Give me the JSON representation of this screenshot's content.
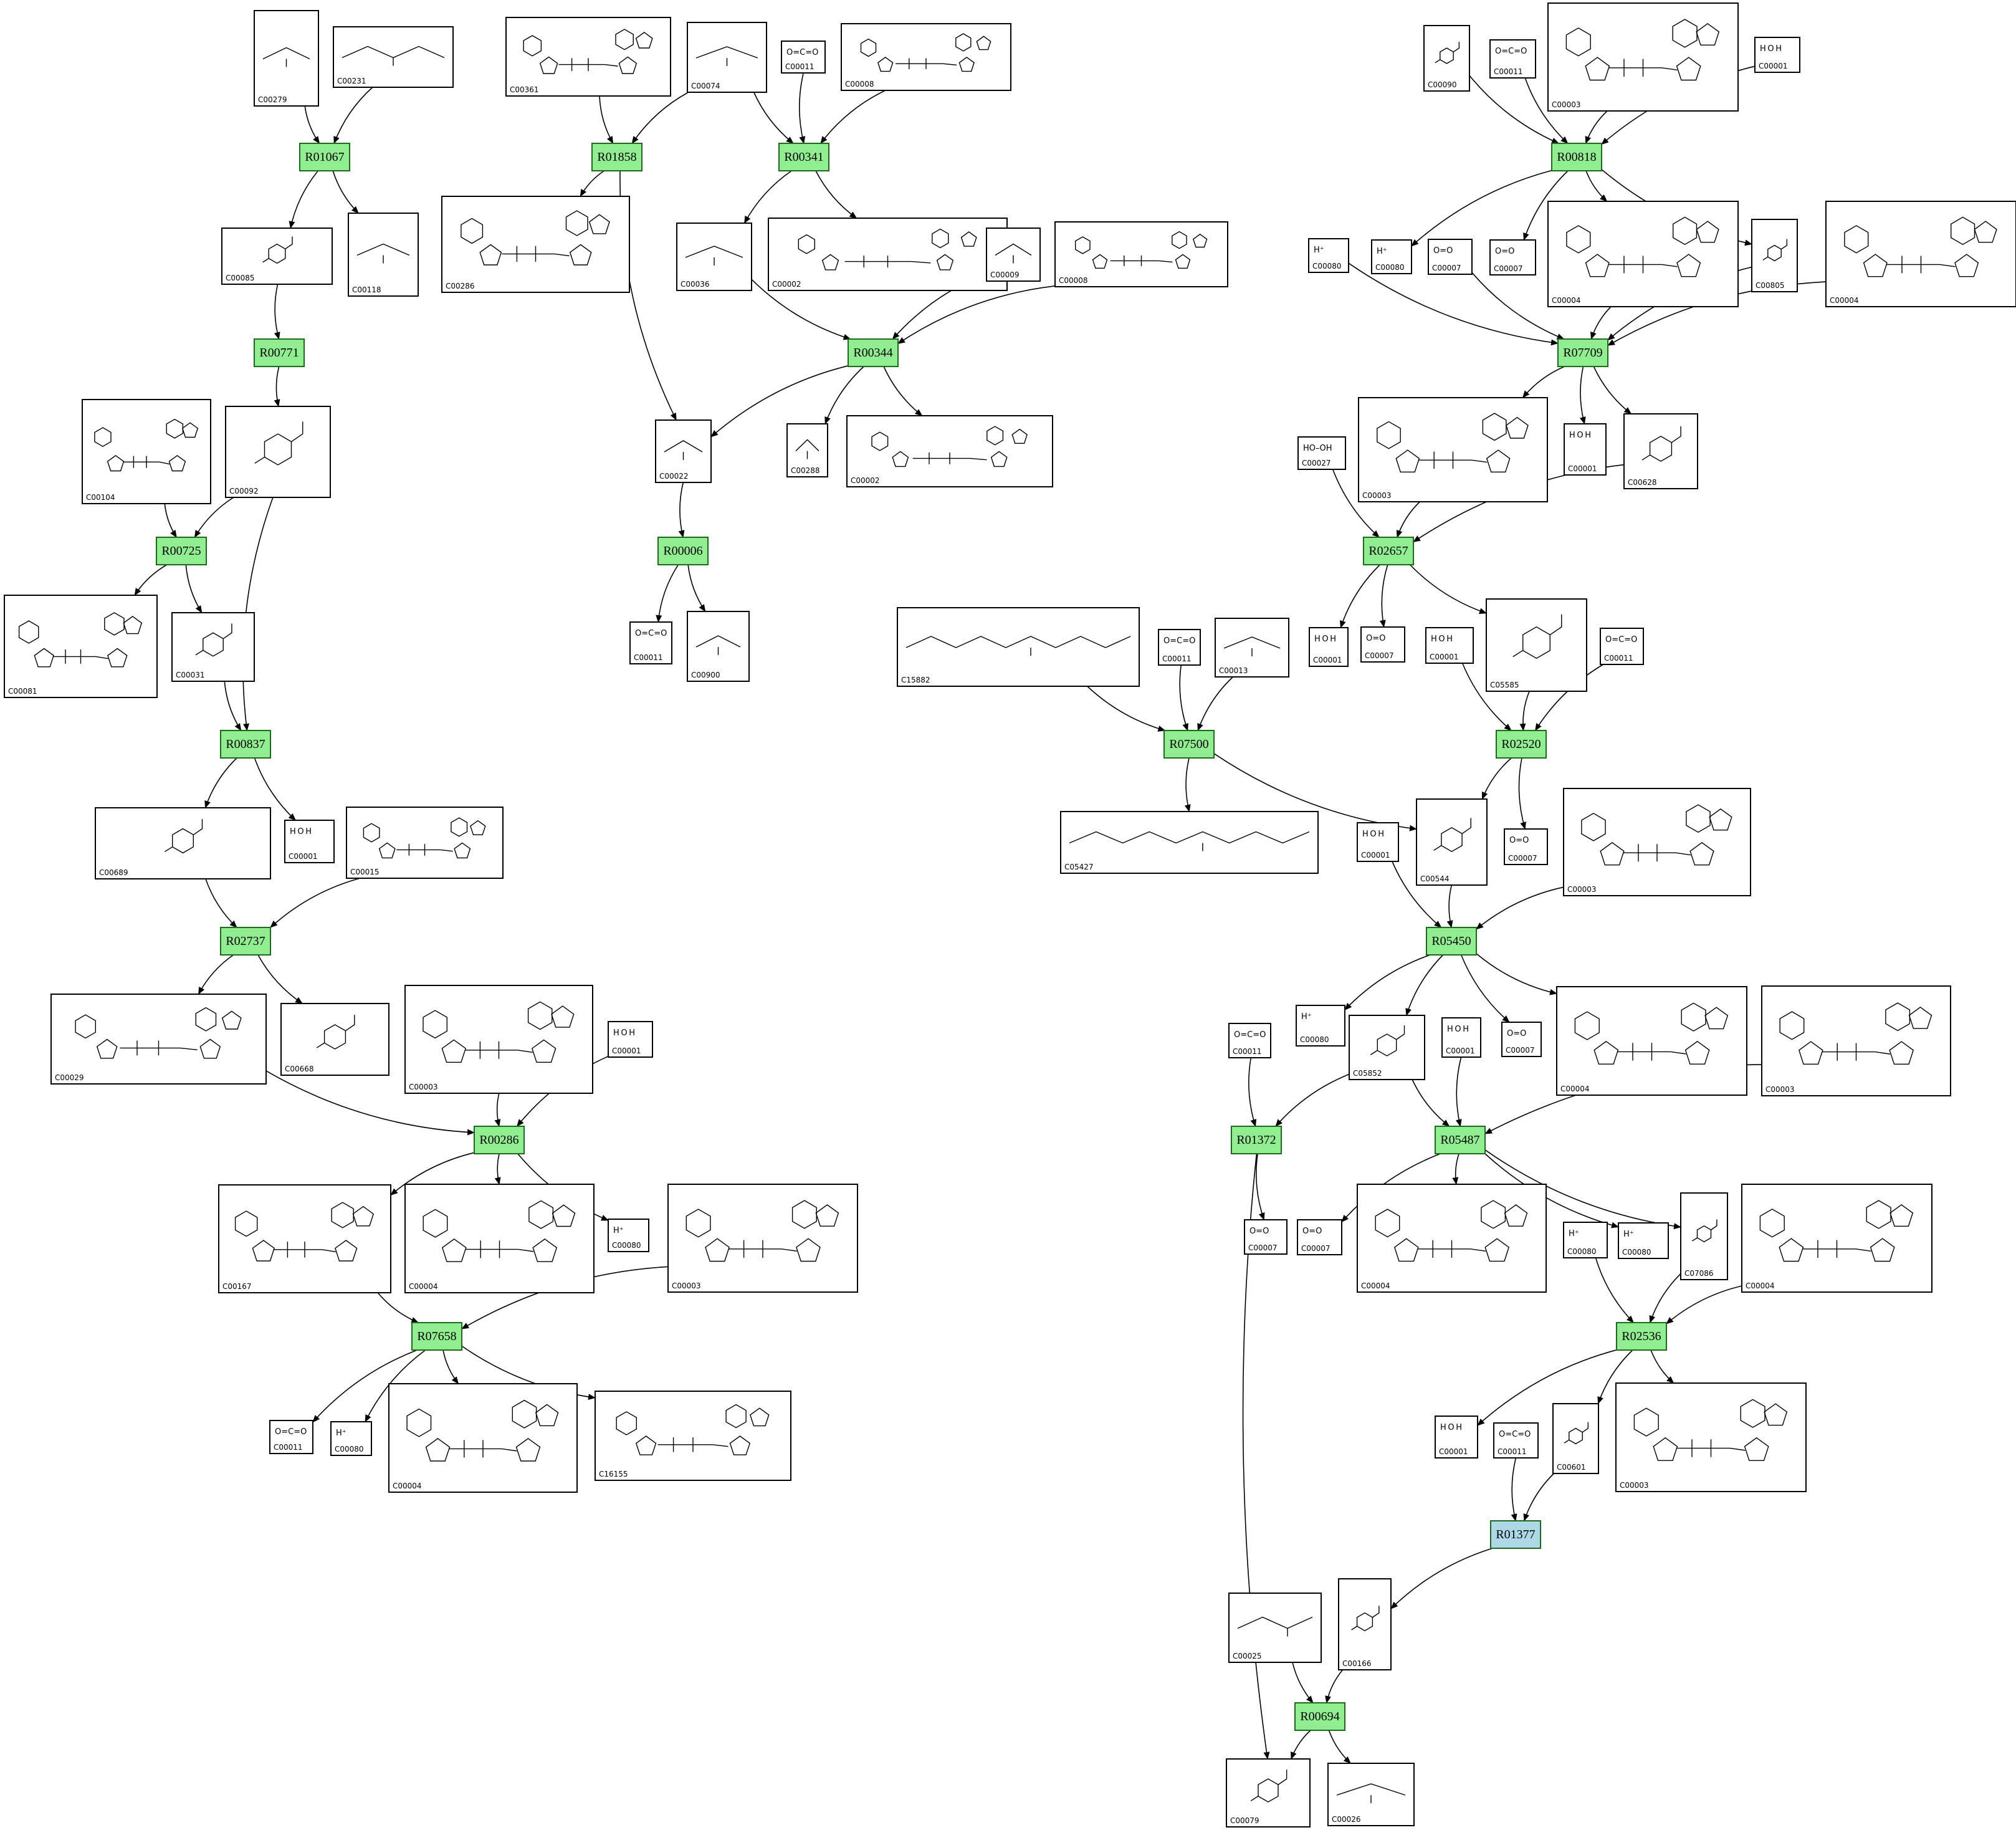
{
  "colors": {
    "reaction_fill": "#90ee90",
    "reaction_highlight": "#add8e6",
    "edge": "#000000"
  },
  "reactions": [
    {
      "id": "R01067"
    },
    {
      "id": "R01858"
    },
    {
      "id": "R00341"
    },
    {
      "id": "R00818"
    },
    {
      "id": "R00771"
    },
    {
      "id": "R00344"
    },
    {
      "id": "R07709"
    },
    {
      "id": "R00725"
    },
    {
      "id": "R00006"
    },
    {
      "id": "R02657"
    },
    {
      "id": "R00837"
    },
    {
      "id": "R07500"
    },
    {
      "id": "R02520"
    },
    {
      "id": "R02737"
    },
    {
      "id": "R05450"
    },
    {
      "id": "R00286"
    },
    {
      "id": "R01372"
    },
    {
      "id": "R05487"
    },
    {
      "id": "R07658"
    },
    {
      "id": "R02536"
    },
    {
      "id": "R01377",
      "highlight": true
    },
    {
      "id": "R00694"
    }
  ],
  "compounds": [
    {
      "id": "C00279",
      "struct": "chain"
    },
    {
      "id": "C00231",
      "struct": "chain"
    },
    {
      "id": "C00361",
      "struct": "nucleotide"
    },
    {
      "id": "C00074",
      "struct": "chain"
    },
    {
      "id": "C00011",
      "struct": "small",
      "label": "O=C=O"
    },
    {
      "id": "C00008",
      "struct": "nucleotide"
    },
    {
      "id": "C00090",
      "struct": "ring"
    },
    {
      "id": "C00011",
      "struct": "small",
      "label": "O=C=O"
    },
    {
      "id": "C00003",
      "struct": "nad"
    },
    {
      "id": "C00001",
      "struct": "small",
      "label": "H O H"
    },
    {
      "id": "C00085",
      "struct": "ring"
    },
    {
      "id": "C00118",
      "struct": "chain"
    },
    {
      "id": "C00286",
      "struct": "nucleotide"
    },
    {
      "id": "C00036",
      "struct": "chain"
    },
    {
      "id": "C00002",
      "struct": "nucleotide"
    },
    {
      "id": "C00009",
      "struct": "chain"
    },
    {
      "id": "C00008",
      "struct": "nucleotide"
    },
    {
      "id": "C00080",
      "struct": "small",
      "label": "H⁺"
    },
    {
      "id": "C00080",
      "struct": "small",
      "label": "H⁺"
    },
    {
      "id": "C00007",
      "struct": "small",
      "label": "O=O"
    },
    {
      "id": "C00007",
      "struct": "small",
      "label": "O=O"
    },
    {
      "id": "C00004",
      "struct": "nad"
    },
    {
      "id": "C00805",
      "struct": "ring"
    },
    {
      "id": "C00004",
      "struct": "nad"
    },
    {
      "id": "C00104",
      "struct": "nucleotide"
    },
    {
      "id": "C00092",
      "struct": "ring"
    },
    {
      "id": "C00022",
      "struct": "chain"
    },
    {
      "id": "C00288",
      "struct": "chain"
    },
    {
      "id": "C00002",
      "struct": "nucleotide"
    },
    {
      "id": "C00003",
      "struct": "nad"
    },
    {
      "id": "C00001",
      "struct": "small",
      "label": "H O H"
    },
    {
      "id": "C00628",
      "struct": "ring"
    },
    {
      "id": "C00027",
      "struct": "small",
      "label": "HO–OH"
    },
    {
      "id": "C00081",
      "struct": "nucleotide"
    },
    {
      "id": "C00031",
      "struct": "ring"
    },
    {
      "id": "C00011",
      "struct": "small",
      "label": "O=C=O"
    },
    {
      "id": "C00900",
      "struct": "chain"
    },
    {
      "id": "C15882",
      "struct": "chain"
    },
    {
      "id": "C00011",
      "struct": "small",
      "label": "O=C=O"
    },
    {
      "id": "C00013",
      "struct": "chain"
    },
    {
      "id": "C00001",
      "struct": "small",
      "label": "H O H"
    },
    {
      "id": "C00007",
      "struct": "small",
      "label": "O=O"
    },
    {
      "id": "C00001",
      "struct": "small",
      "label": "H O H"
    },
    {
      "id": "C05585",
      "struct": "ring"
    },
    {
      "id": "C00011",
      "struct": "small",
      "label": "O=C=O"
    },
    {
      "id": "C00689",
      "struct": "ring"
    },
    {
      "id": "C00001",
      "struct": "small",
      "label": "H O H"
    },
    {
      "id": "C00015",
      "struct": "nucleotide"
    },
    {
      "id": "C05427",
      "struct": "chain"
    },
    {
      "id": "C00544",
      "struct": "ring"
    },
    {
      "id": "C00007",
      "struct": "small",
      "label": "O=O"
    },
    {
      "id": "C00003",
      "struct": "nad"
    },
    {
      "id": "C00001",
      "struct": "small",
      "label": "H O H"
    },
    {
      "id": "C00029",
      "struct": "nucleotide"
    },
    {
      "id": "C00668",
      "struct": "ring"
    },
    {
      "id": "C00003",
      "struct": "nad"
    },
    {
      "id": "C00001",
      "struct": "small",
      "label": "H O H"
    },
    {
      "id": "C00011",
      "struct": "small",
      "label": "O=C=O"
    },
    {
      "id": "C00080",
      "struct": "small",
      "label": "H⁺"
    },
    {
      "id": "C05852",
      "struct": "ring"
    },
    {
      "id": "C00001",
      "struct": "small",
      "label": "H O H"
    },
    {
      "id": "C00007",
      "struct": "small",
      "label": "O=O"
    },
    {
      "id": "C00004",
      "struct": "nad"
    },
    {
      "id": "C00003",
      "struct": "nad"
    },
    {
      "id": "C00167",
      "struct": "nucleotide"
    },
    {
      "id": "C00004",
      "struct": "nad"
    },
    {
      "id": "C00080",
      "struct": "small",
      "label": "H⁺"
    },
    {
      "id": "C00003",
      "struct": "nad"
    },
    {
      "id": "C00007",
      "struct": "small",
      "label": "O=O"
    },
    {
      "id": "C00007",
      "struct": "small",
      "label": "O=O"
    },
    {
      "id": "C00004",
      "struct": "nad"
    },
    {
      "id": "C00080",
      "struct": "small",
      "label": "H⁺"
    },
    {
      "id": "C00080",
      "struct": "small",
      "label": "H⁺"
    },
    {
      "id": "C07086",
      "struct": "ring"
    },
    {
      "id": "C00004",
      "struct": "nad"
    },
    {
      "id": "C00011",
      "struct": "small",
      "label": "O=C=O"
    },
    {
      "id": "C00080",
      "struct": "small",
      "label": "H⁺"
    },
    {
      "id": "C00004",
      "struct": "nad"
    },
    {
      "id": "C16155",
      "struct": "nucleotide"
    },
    {
      "id": "C00001",
      "struct": "small",
      "label": "H O H"
    },
    {
      "id": "C00011",
      "struct": "small",
      "label": "O=C=O"
    },
    {
      "id": "C00601",
      "struct": "ring"
    },
    {
      "id": "C00003",
      "struct": "nad"
    },
    {
      "id": "C00025",
      "struct": "chain"
    },
    {
      "id": "C00166",
      "struct": "ring"
    },
    {
      "id": "C00079",
      "struct": "ring"
    },
    {
      "id": "C00026",
      "struct": "chain"
    }
  ]
}
